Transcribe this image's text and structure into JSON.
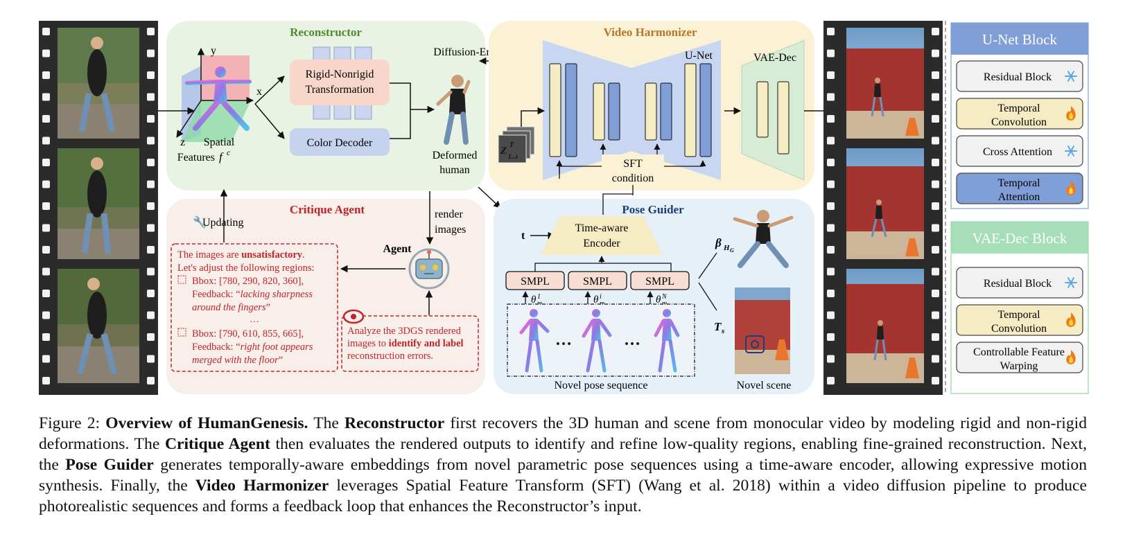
{
  "reconstructor": {
    "title": "Reconstructor",
    "axis_y": "y",
    "axis_x": "x",
    "axis_z": "z",
    "spatial_features_1": "Spatial",
    "spatial_features_2": "Features",
    "spatial_symbol": "f",
    "spatial_sup": "c",
    "rigid_1": "Rigid-Nonrigid",
    "rigid_2": "Transformation",
    "color_decoder": "Color Decoder",
    "deformed_1": "Deformed",
    "deformed_2": "human",
    "diffusion_enhanced": "Diffusion-Enhanced"
  },
  "video_harmonizer": {
    "title": "Video Harmonizer",
    "unet": "U-Net",
    "vae_dec": "VAE-Dec",
    "sft_1": "SFT",
    "sft_2": "condition",
    "latent_z": "Z",
    "latent_sup": "T",
    "latent_sub": "1...t"
  },
  "critique_agent": {
    "title": "Critique Agent",
    "updating": "Updating",
    "render_1": "render",
    "render_2": "images",
    "agent": "Agent",
    "feedback_l1_a": "The images are ",
    "feedback_l1_b": "unsatisfactory",
    "feedback_l1_c": ".",
    "feedback_l2": "Let's adjust the following regions:",
    "bbox1": "Bbox: [780, 290, 820, 360],",
    "fb1_label": "Feedback: “",
    "fb1_a": "lacking sharpness",
    "fb1_b": "around the fingers",
    "fb1_end": "”",
    "ellipsis": "…",
    "bbox2": "Bbox: [790, 610, 855, 665],",
    "fb2_label": "Feedback: “",
    "fb2_a": "right foot appears",
    "fb2_b": "merged with the floor",
    "fb2_end": "”",
    "prompt_1": "Analyze the 3DGS rendered",
    "prompt_2a": "images to ",
    "prompt_2b": "identify and label",
    "prompt_3": "reconstruction errors."
  },
  "pose_guider": {
    "title": "Pose Guider",
    "t_label": "t",
    "encoder_1": "Time-aware",
    "encoder_2": "Encoder",
    "smpl": [
      "SMPL",
      "SMPL",
      "SMPL"
    ],
    "theta": [
      "1",
      "i",
      "N"
    ],
    "theta_sub": "m",
    "dots": "…",
    "beta": "β",
    "beta_sub": "H",
    "beta_subsub": "G",
    "ts": "T",
    "ts_sub": "s",
    "novel_pose_sequence": "Novel pose sequence",
    "novel_scene": "Novel scene"
  },
  "unet_block": {
    "title": "U-Net Block",
    "items": [
      {
        "l1": "Residual Block",
        "l2": "",
        "icon": "snowflake-icon"
      },
      {
        "l1": "Temporal",
        "l2": "Convolution",
        "icon": "flame-icon"
      },
      {
        "l1": "Cross Attention",
        "l2": "",
        "icon": "snowflake-icon"
      },
      {
        "l1": "Temporal",
        "l2": "Attention",
        "icon": "flame-icon"
      }
    ]
  },
  "vae_block": {
    "title": "VAE-Dec Block",
    "items": [
      {
        "l1": "Residual Block",
        "l2": "",
        "icon": "snowflake-icon"
      },
      {
        "l1": "Temporal",
        "l2": "Convolution",
        "icon": "flame-icon"
      },
      {
        "l1": "Controllable Feature",
        "l2": "Warping",
        "icon": "flame-icon"
      }
    ]
  },
  "caption": {
    "label": "Figure 2: ",
    "s1_bold": "Overview of HumanGenesis.",
    "s2a": " The ",
    "s2b_bold": "Reconstructor",
    "s2c": " first recovers the 3D human and scene from monocular video by modeling rigid and non-rigid deformations. The ",
    "s3_bold": "Critique Agent",
    "s3c": " then evaluates the rendered outputs to identify and refine low-quality regions, enabling fine-grained reconstruction. Next, the ",
    "s4_bold": "Pose Guider",
    "s4c": " generates temporally-aware embeddings from novel parametric pose sequences using a time-aware encoder, allowing expressive motion synthesis. Finally, the ",
    "s5_bold": "Video Harmonizer",
    "s5c": " leverages Spatial Feature Transform (SFT) (Wang et al. 2018) within a video diffusion pipeline to produce photorealistic sequences and forms a feedback loop that enhances the Reconstructor’s input."
  },
  "colors": {
    "reconstructor_bg": "#e8f3e3",
    "harmonizer_bg": "#fbf2d6",
    "critique_bg": "#f8eeea",
    "pose_bg": "#e6f0f8",
    "film": "#2b2b2b",
    "unet_blue": "#7f9fd6",
    "block_yellow": "#f6ecc4",
    "vae_green": "#a6dfb7",
    "critique_red": "#c0242a"
  }
}
